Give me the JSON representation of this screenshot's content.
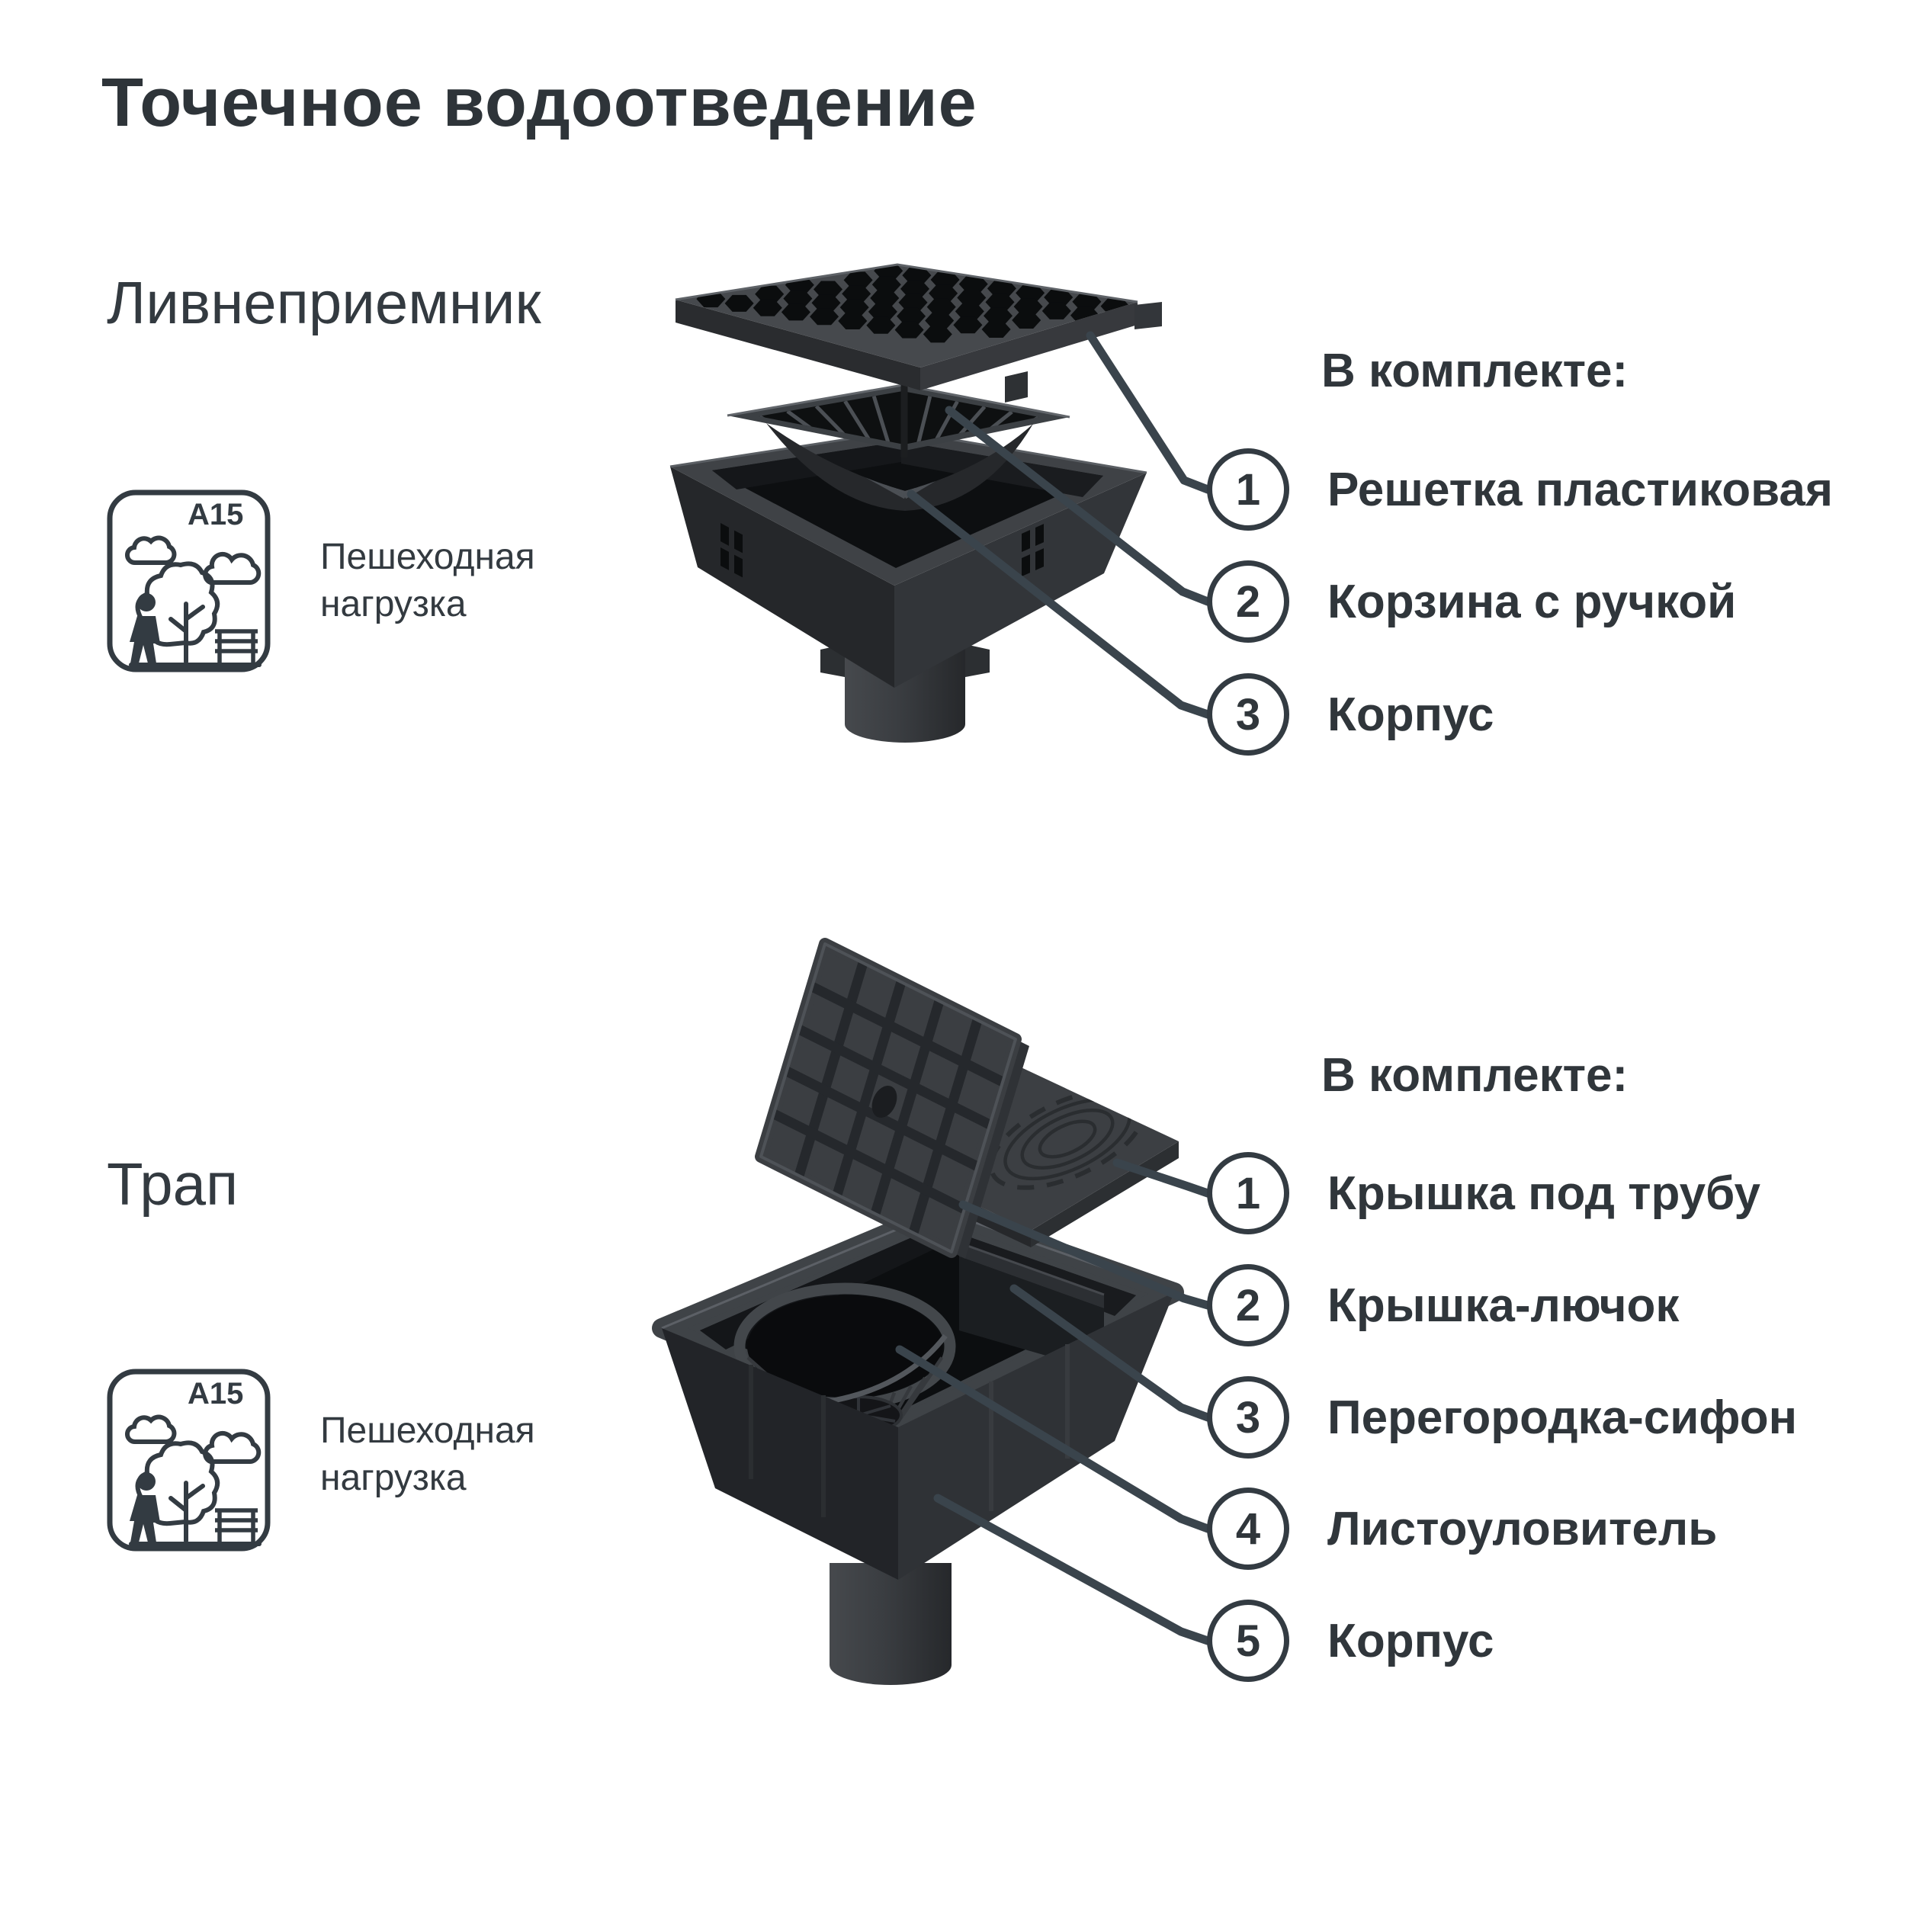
{
  "page": {
    "title": "Точечное водоотведение"
  },
  "colors": {
    "text": "#30363b",
    "outline": "#333b42",
    "callout_line": "#3a444c",
    "plastic_dark": "#3a3d41"
  },
  "sections": [
    {
      "product_label": "Ливнеприемник",
      "load_badge": {
        "class_label": "A15",
        "description": "Пешеходная нагрузка"
      },
      "kit": {
        "heading": "В комплекте:",
        "items": [
          {
            "num": "1",
            "label": "Решетка пластиковая"
          },
          {
            "num": "2",
            "label": "Корзина с ручкой"
          },
          {
            "num": "3",
            "label": "Корпус"
          }
        ]
      }
    },
    {
      "product_label": "Трап",
      "load_badge": {
        "class_label": "A15",
        "description": "Пешеходная нагрузка"
      },
      "kit": {
        "heading": "В комплекте:",
        "items": [
          {
            "num": "1",
            "label": "Крышка под трубу"
          },
          {
            "num": "2",
            "label": "Крышка-лючок"
          },
          {
            "num": "3",
            "label": "Перегородка-сифон"
          },
          {
            "num": "4",
            "label": "Листоуловитель"
          },
          {
            "num": "5",
            "label": "Корпус"
          }
        ]
      }
    }
  ]
}
